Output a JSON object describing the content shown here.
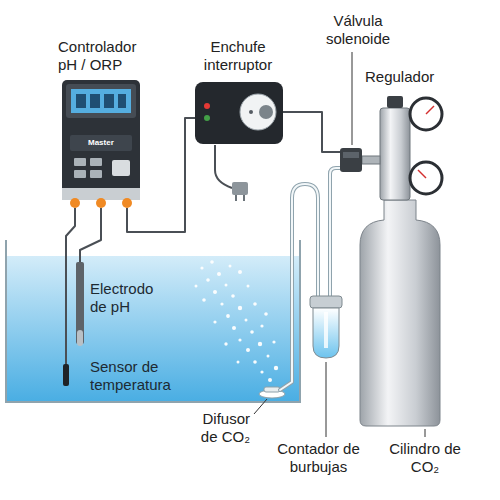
{
  "diagram": {
    "labels": [
      "Válvula solenoide",
      "Controlador pH / ORP",
      "Enchufe interruptor",
      "Regulador",
      "Master",
      "Electrodo de pH",
      "Sensor de temperatura",
      "Difusor de CO₂",
      "Contador de burbujas",
      "Cilindro de CO₂"
    ]
  }
}
